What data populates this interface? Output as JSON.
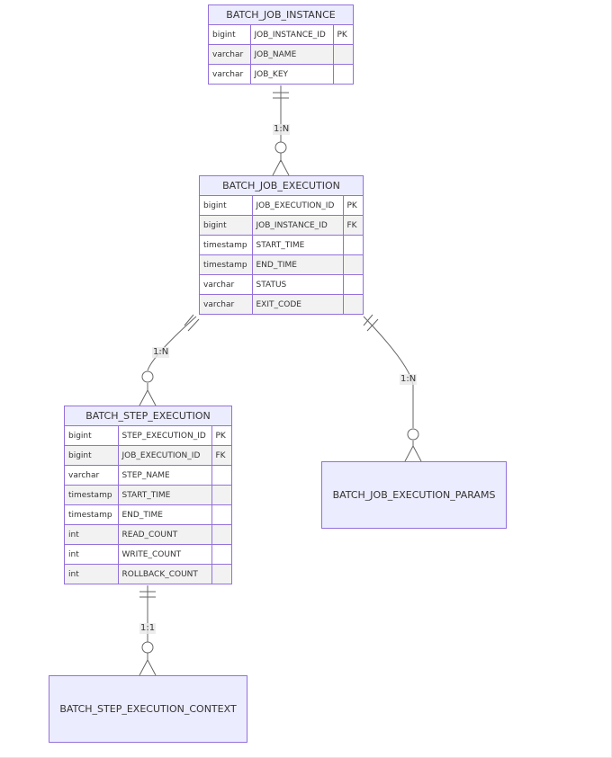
{
  "entities": {
    "job_instance": {
      "name": "BATCH_JOB_INSTANCE",
      "attributes": [
        {
          "type": "bigint",
          "name": "JOB_INSTANCE_ID",
          "key": "PK"
        },
        {
          "type": "varchar",
          "name": "JOB_NAME",
          "key": ""
        },
        {
          "type": "varchar",
          "name": "JOB_KEY",
          "key": ""
        }
      ]
    },
    "job_execution": {
      "name": "BATCH_JOB_EXECUTION",
      "attributes": [
        {
          "type": "bigint",
          "name": "JOB_EXECUTION_ID",
          "key": "PK"
        },
        {
          "type": "bigint",
          "name": "JOB_INSTANCE_ID",
          "key": "FK"
        },
        {
          "type": "timestamp",
          "name": "START_TIME",
          "key": ""
        },
        {
          "type": "timestamp",
          "name": "END_TIME",
          "key": ""
        },
        {
          "type": "varchar",
          "name": "STATUS",
          "key": ""
        },
        {
          "type": "varchar",
          "name": "EXIT_CODE",
          "key": ""
        }
      ]
    },
    "step_execution": {
      "name": "BATCH_STEP_EXECUTION",
      "attributes": [
        {
          "type": "bigint",
          "name": "STEP_EXECUTION_ID",
          "key": "PK"
        },
        {
          "type": "bigint",
          "name": "JOB_EXECUTION_ID",
          "key": "FK"
        },
        {
          "type": "varchar",
          "name": "STEP_NAME",
          "key": ""
        },
        {
          "type": "timestamp",
          "name": "START_TIME",
          "key": ""
        },
        {
          "type": "timestamp",
          "name": "END_TIME",
          "key": ""
        },
        {
          "type": "int",
          "name": "READ_COUNT",
          "key": ""
        },
        {
          "type": "int",
          "name": "WRITE_COUNT",
          "key": ""
        },
        {
          "type": "int",
          "name": "ROLLBACK_COUNT",
          "key": ""
        }
      ]
    },
    "job_execution_params": {
      "name": "BATCH_JOB_EXECUTION_PARAMS",
      "attributes": []
    },
    "step_execution_context": {
      "name": "BATCH_STEP_EXECUTION_CONTEXT",
      "attributes": []
    }
  },
  "relationships": [
    {
      "from": "BATCH_JOB_INSTANCE",
      "to": "BATCH_JOB_EXECUTION",
      "label": "1:N"
    },
    {
      "from": "BATCH_JOB_EXECUTION",
      "to": "BATCH_STEP_EXECUTION",
      "label": "1:N"
    },
    {
      "from": "BATCH_JOB_EXECUTION",
      "to": "BATCH_JOB_EXECUTION_PARAMS",
      "label": "1:N"
    },
    {
      "from": "BATCH_STEP_EXECUTION",
      "to": "BATCH_STEP_EXECUTION_CONTEXT",
      "label": "1:1"
    }
  ],
  "colors": {
    "entity_fill": "#ececff",
    "entity_border": "#9370db",
    "row_odd": "#ffffff",
    "row_even": "#f2f2f2",
    "line": "#666666"
  }
}
